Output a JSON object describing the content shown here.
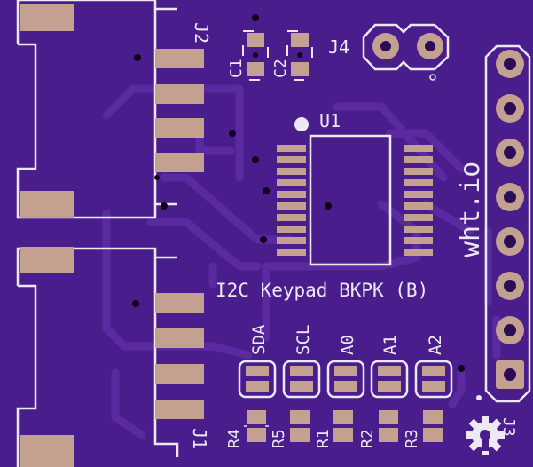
{
  "board": {
    "title": "I2C Keypad BKPK (B)",
    "brand": "wht.io",
    "colors": {
      "substrate": "#4a1d8c",
      "trace": "#5a2aa0",
      "silkscreen": "#ece8f4",
      "pad": "#c4a090",
      "drill": "#2a0d55",
      "via_hole": "#0b0418"
    }
  },
  "refs": {
    "j1": "J1",
    "j2": "J2",
    "j3": "J3",
    "j4": "J4",
    "u1": "U1",
    "c1": "C1",
    "c2": "C2",
    "r1": "R1",
    "r2": "R2",
    "r3": "R3",
    "r4": "R4",
    "r5": "R5"
  },
  "jumpers": {
    "sda": "SDA",
    "scl": "SCL",
    "a0": "A0",
    "a1": "A1",
    "a2": "A2"
  }
}
